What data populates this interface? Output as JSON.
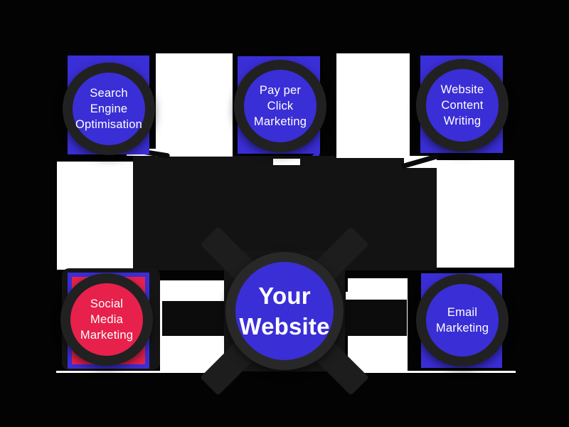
{
  "diagram": {
    "kind": "digital-marketing-hub",
    "center": {
      "lines": [
        "Your",
        "Website"
      ],
      "color": "#3a2ed6"
    },
    "nodes": {
      "seo": {
        "lines": [
          "Search",
          "Engine",
          "Optimisation"
        ],
        "color": "#3a2ed6"
      },
      "ppc": {
        "lines": [
          "Pay per",
          "Click",
          "Marketing"
        ],
        "color": "#3a2ed6"
      },
      "wcw": {
        "lines": [
          "Website",
          "Content",
          "Writing"
        ],
        "color": "#3a2ed6"
      },
      "smm": {
        "lines": [
          "Social",
          "Media",
          "Marketing"
        ],
        "color": "#e7214b"
      },
      "em": {
        "lines": [
          "Email",
          "Marketing"
        ],
        "color": "#3a2ed6"
      }
    },
    "colors": {
      "background": "#030303",
      "node_blue": "#3a2ed6",
      "node_red": "#e7214b",
      "ring_dark": "#212121",
      "gap_white": "#ffffff",
      "text": "#ffffff"
    }
  }
}
